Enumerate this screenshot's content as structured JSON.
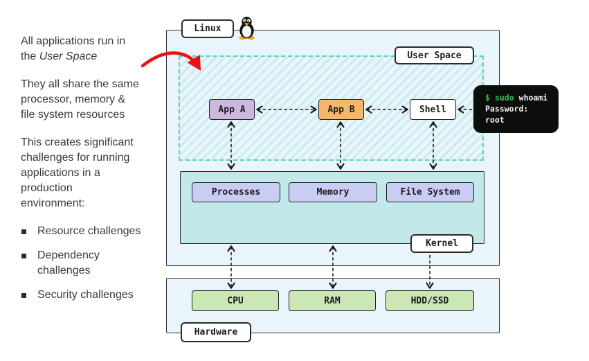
{
  "notes": {
    "para1_prefix": "All applications run in\nthe",
    "para1_italic": "User Space",
    "para2": "They all share the same\nprocessor, memory &\nfile system resources",
    "para3": "This creates significant\nchallenges for running\napplications in a\nproduction\nenvironment:",
    "bullets": [
      "Resource challenges",
      "Dependency\nchallenges",
      "Security challenges"
    ]
  },
  "diagram": {
    "os_label": "Linux",
    "user_space_label": "User Space",
    "kernel_label": "Kernel",
    "hardware_label": "Hardware",
    "app_a": "App A",
    "app_b": "App B",
    "shell": "Shell",
    "kernel_components": [
      "Processes",
      "Memory",
      "File System"
    ],
    "hardware_components": [
      "CPU",
      "RAM",
      "HDD/SSD"
    ],
    "terminal": {
      "prompt": "$",
      "command": "sudo",
      "argument": "whoami",
      "line2": "Password:",
      "line3": "root"
    }
  },
  "colors": {
    "layer_fill": "#e9f4fb",
    "user_space_hatch": "#57d0c5",
    "kernel_fill": "#c3e8e9",
    "kernel_component_fill": "#c9cdf3",
    "app_a_fill": "#cdb8de",
    "app_b_fill": "#f7b76a",
    "shell_fill": "#ffffff",
    "hardware_component_fill": "#cbe7b5",
    "terminal_bg": "#0c0e0c",
    "terminal_green": "#2fbf4f",
    "annotation_arrow_red": "#e81414"
  }
}
